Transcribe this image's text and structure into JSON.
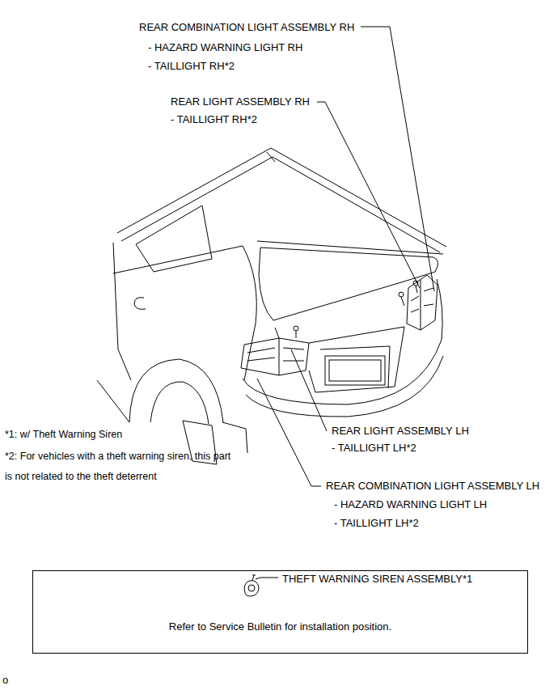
{
  "diagram": {
    "nodes": [
      {
        "text": [
          "THEFT WARNING SIREN ASSEMBLY*1",
          "Refer to Service Bulletin for installation position."
        ]
      }
    ],
    "labels": [
      "REAR COMBINATION LIGHT ASSEMBLY RH",
      "- HAZARD WARNING LIGHT RH",
      "- TAILLIGHT RH*2",
      "REAR LIGHT ASSEMBLY RH",
      "- TAILLIGHT RH*2",
      "REAR LIGHT ASSEMBLY LH",
      "*1: w/ Theft Warning Siren",
      "- TAILLIGHT LH*2",
      "*2: For vehicles with a theft warning siren, this part is not related to the theft deterrent",
      "REAR COMBINATION LIGHT ASSEMBLY LH",
      "- HAZARD WARNING LIGHT LH",
      "- TAILLIGHT LH*2",
      "o"
    ]
  }
}
